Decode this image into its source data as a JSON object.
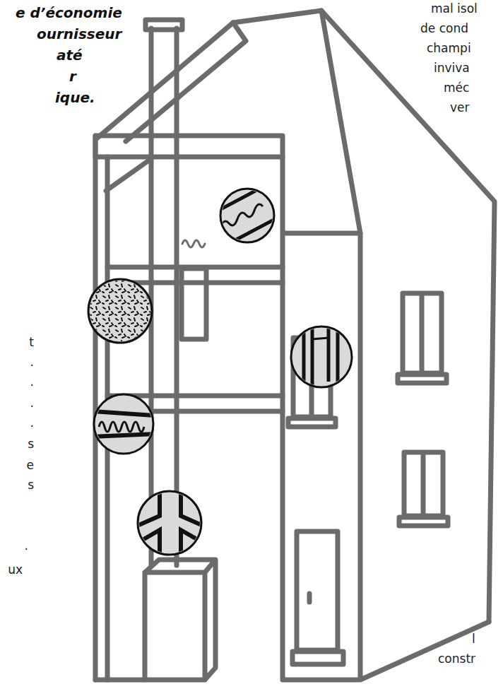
{
  "diagram": {
    "labels": [
      "e d’économie",
      "ournisseur",
      "até",
      "r",
      "ique.",
      "mal isol",
      "de cond",
      "champi",
      "inviva",
      "méc",
      "ver",
      "t",
      ".",
      ".",
      ".",
      ".",
      "s",
      "e",
      "s",
      ".",
      "ux",
      "l",
      "constr"
    ]
  }
}
